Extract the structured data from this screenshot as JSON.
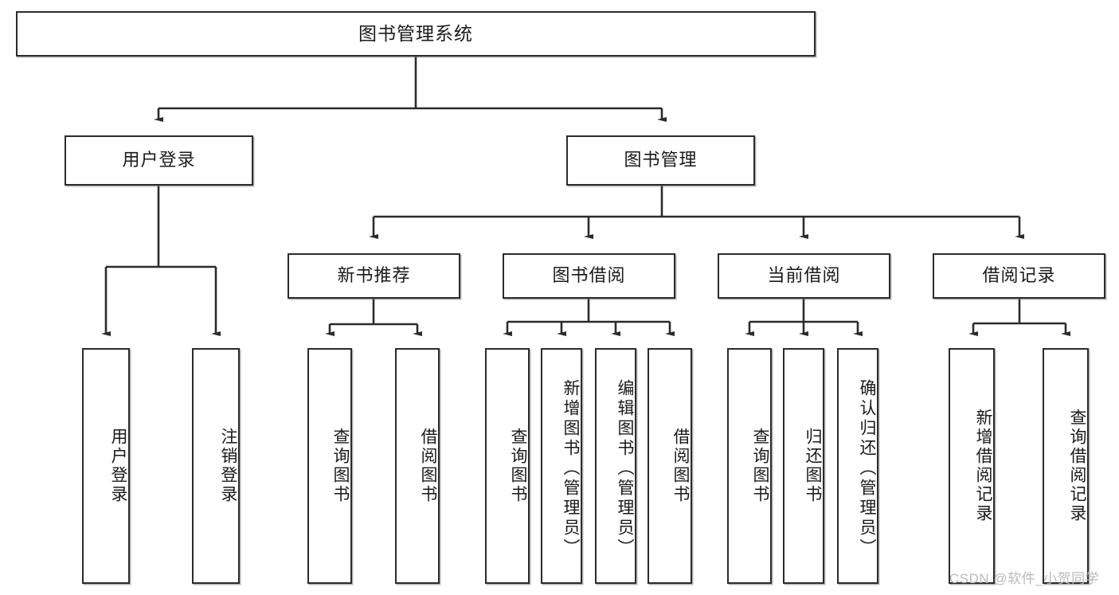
{
  "diagram": {
    "title": "图书管理系统",
    "type": "tree-hierarchy-diagram",
    "watermark": "CSDN @软件_小贺同学",
    "colors": {
      "border": "#2b2b2b",
      "background": "#ffffff",
      "text": "#1a1a1a",
      "watermark": "#b9b9b9"
    }
  },
  "nodes": {
    "root": {
      "label": "图书管理系统"
    },
    "level2": [
      {
        "id": "user-login",
        "label": "用户登录"
      },
      {
        "id": "book-manage",
        "label": "图书管理"
      }
    ],
    "level3": [
      {
        "id": "new-book-recommend",
        "label": "新书推荐"
      },
      {
        "id": "book-borrow",
        "label": "图书借阅"
      },
      {
        "id": "current-borrow",
        "label": "当前借阅"
      },
      {
        "id": "borrow-record",
        "label": "借阅记录"
      }
    ],
    "leaves": {
      "user-login": [
        {
          "id": "leaf-user-login",
          "label": "用户登录"
        },
        {
          "id": "leaf-logout",
          "label": "注销登录"
        }
      ],
      "new-book-recommend": [
        {
          "id": "leaf-query-book-1",
          "label": "查询图书"
        },
        {
          "id": "leaf-borrow-book-1",
          "label": "借阅图书"
        }
      ],
      "book-borrow": [
        {
          "id": "leaf-query-book-2",
          "label": "查询图书"
        },
        {
          "id": "leaf-add-book",
          "label": "新增图书（管理员）"
        },
        {
          "id": "leaf-edit-book",
          "label": "编辑图书（管理员）"
        },
        {
          "id": "leaf-borrow-book-2",
          "label": "借阅图书"
        }
      ],
      "current-borrow": [
        {
          "id": "leaf-query-book-3",
          "label": "查询图书"
        },
        {
          "id": "leaf-return-book",
          "label": "归还图书"
        },
        {
          "id": "leaf-confirm-return",
          "label": "确认归还（管理员）"
        }
      ],
      "borrow-record": [
        {
          "id": "leaf-add-record",
          "label": "新增借阅记录"
        },
        {
          "id": "leaf-query-record",
          "label": "查询借阅记录"
        }
      ]
    }
  }
}
